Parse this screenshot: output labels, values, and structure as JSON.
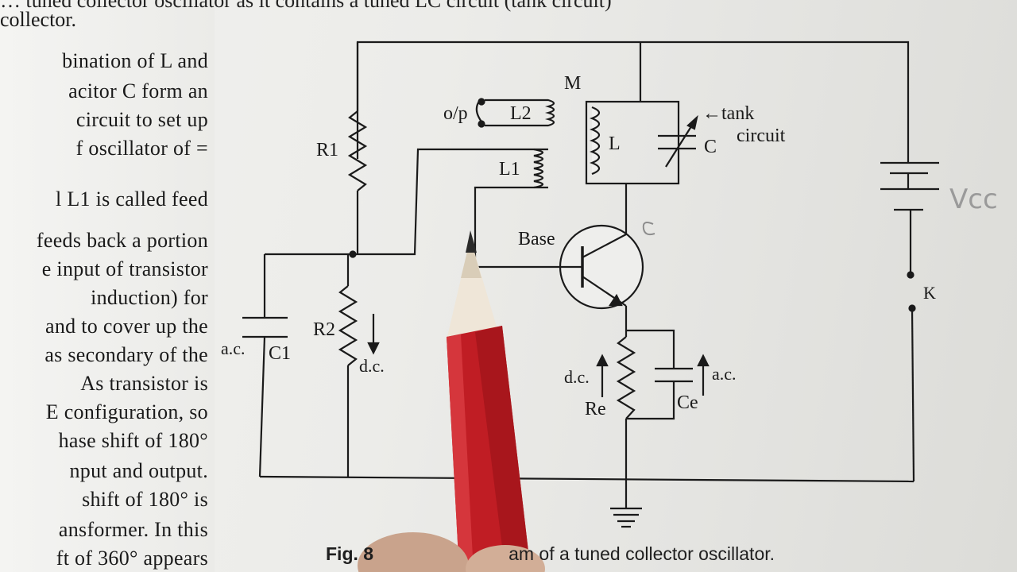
{
  "top_text": {
    "line1": "… tuned collector oscillator as it contains a tuned LC circuit (tank circuit)",
    "line2": "collector."
  },
  "body_text": [
    "bination of L and",
    "acitor C form an",
    "circuit to set up",
    "f oscillator of =",
    "l L1 is called feed",
    "feeds back a portion",
    "e input of transistor",
    "induction) for",
    "and to cover up the",
    "as secondary of the",
    "As transistor is",
    "E configuration, so",
    "hase shift of 180°",
    "nput and output.",
    "shift of 180° is",
    "ansformer. In this",
    "ft of 360° appears"
  ],
  "labels": {
    "m": "M",
    "op": "o/p",
    "l2": "L2",
    "l1": "L1",
    "l": "L",
    "c": "C",
    "tank1": "←tank",
    "tank2": "circuit",
    "r1": "R1",
    "r2": "R2",
    "dc_r2": "d.c.",
    "base": "Base",
    "ac_c1": "a.c.",
    "c1": "C1",
    "dc_re": "d.c.",
    "re": "Re",
    "ce": "Ce",
    "ac_ce": "a.c.",
    "k": "K",
    "vcc_hand": "Vcc",
    "c_hand": "C"
  },
  "caption": {
    "fig": "Fig. 8",
    "text": "am of a tuned collector oscillator."
  },
  "colors": {
    "pencil_body": "#c01d24",
    "pencil_wood": "#efe6d8",
    "hand_ink": "#9a9a9a"
  }
}
